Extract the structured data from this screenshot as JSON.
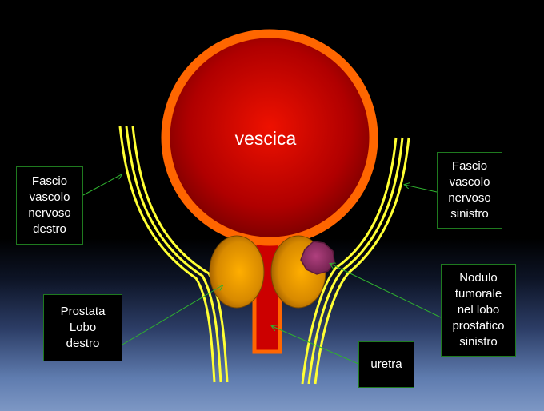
{
  "labels": {
    "bladder": "vescica",
    "right_bundle": [
      "Fascio",
      "vascolo",
      "nervoso",
      "destro"
    ],
    "left_bundle": [
      "Fascio",
      "vascolo",
      "nervoso",
      "sinistro"
    ],
    "right_lobe": [
      "Prostata",
      "Lobo",
      "destro"
    ],
    "nodule": [
      "Nodulo",
      "tumorale",
      "nel lobo",
      "prostatico",
      "sinistro"
    ],
    "urethra": "uretra"
  },
  "colors": {
    "bladder_rim": "#ff6600",
    "bladder_fill": "#cc0000",
    "prostate": "#e8a000",
    "nerve_bundle": "#ffff33",
    "nodule": "#9b2d6e",
    "label_border": "#1f7a1f",
    "arrow": "#1f9a1f"
  }
}
